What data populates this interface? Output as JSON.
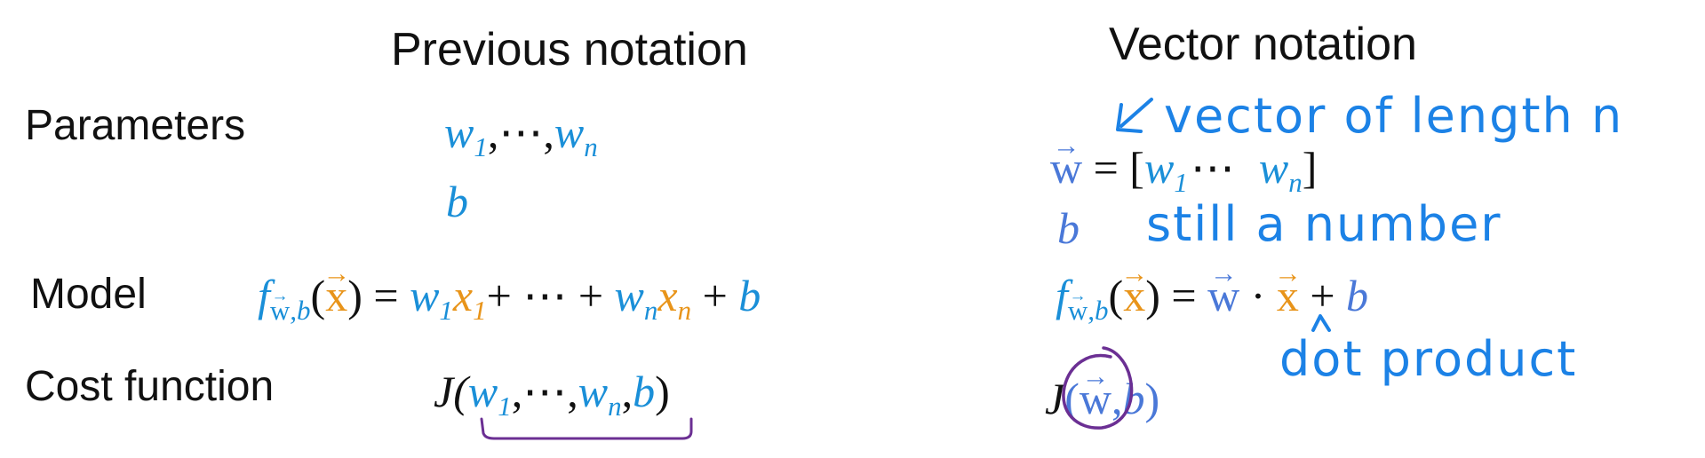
{
  "headers": {
    "previous": "Previous notation",
    "vector": "Vector notation"
  },
  "rows": {
    "parameters_label": "Parameters",
    "model_label": "Model",
    "cost_label": "Cost function"
  },
  "previous": {
    "params_w": [
      "w",
      "1",
      ",⋯,",
      "w",
      "n"
    ],
    "params_b": "b",
    "model": {
      "f": "f",
      "f_sub": "w,b",
      "x": "x",
      "rhs": [
        "w",
        "1",
        "x",
        "1",
        "+ ⋯ +",
        "w",
        "n",
        "x",
        "n",
        "+",
        "b"
      ]
    },
    "cost": [
      "J(",
      "w",
      "1",
      ",⋯,",
      "w",
      "n",
      ",",
      "b",
      ")"
    ]
  },
  "vector": {
    "w_vec": "w",
    "w_eq": "= [",
    "w_items": [
      "w",
      "1",
      "⋯",
      "w",
      "n"
    ],
    "w_close": "]",
    "b": "b",
    "model": {
      "f": "f",
      "f_sub": "w,b",
      "x": "x",
      "eq": "=",
      "w": "w",
      "dot": "·",
      "x2": "x",
      "plus": "+",
      "b": "b"
    },
    "cost": [
      "J",
      "(",
      "w",
      ",",
      "b",
      ")"
    ]
  },
  "annotations": {
    "vector_of_length": "vector of length n",
    "still_a_number": "still a number",
    "dot_product": "dot product"
  },
  "colors": {
    "math_blue": "#1a8fd8",
    "math_orange": "#e8941a",
    "vector_blue": "#4a78d8",
    "ink_blue": "#1c82e6",
    "ink_purple": "#6b2f93"
  }
}
